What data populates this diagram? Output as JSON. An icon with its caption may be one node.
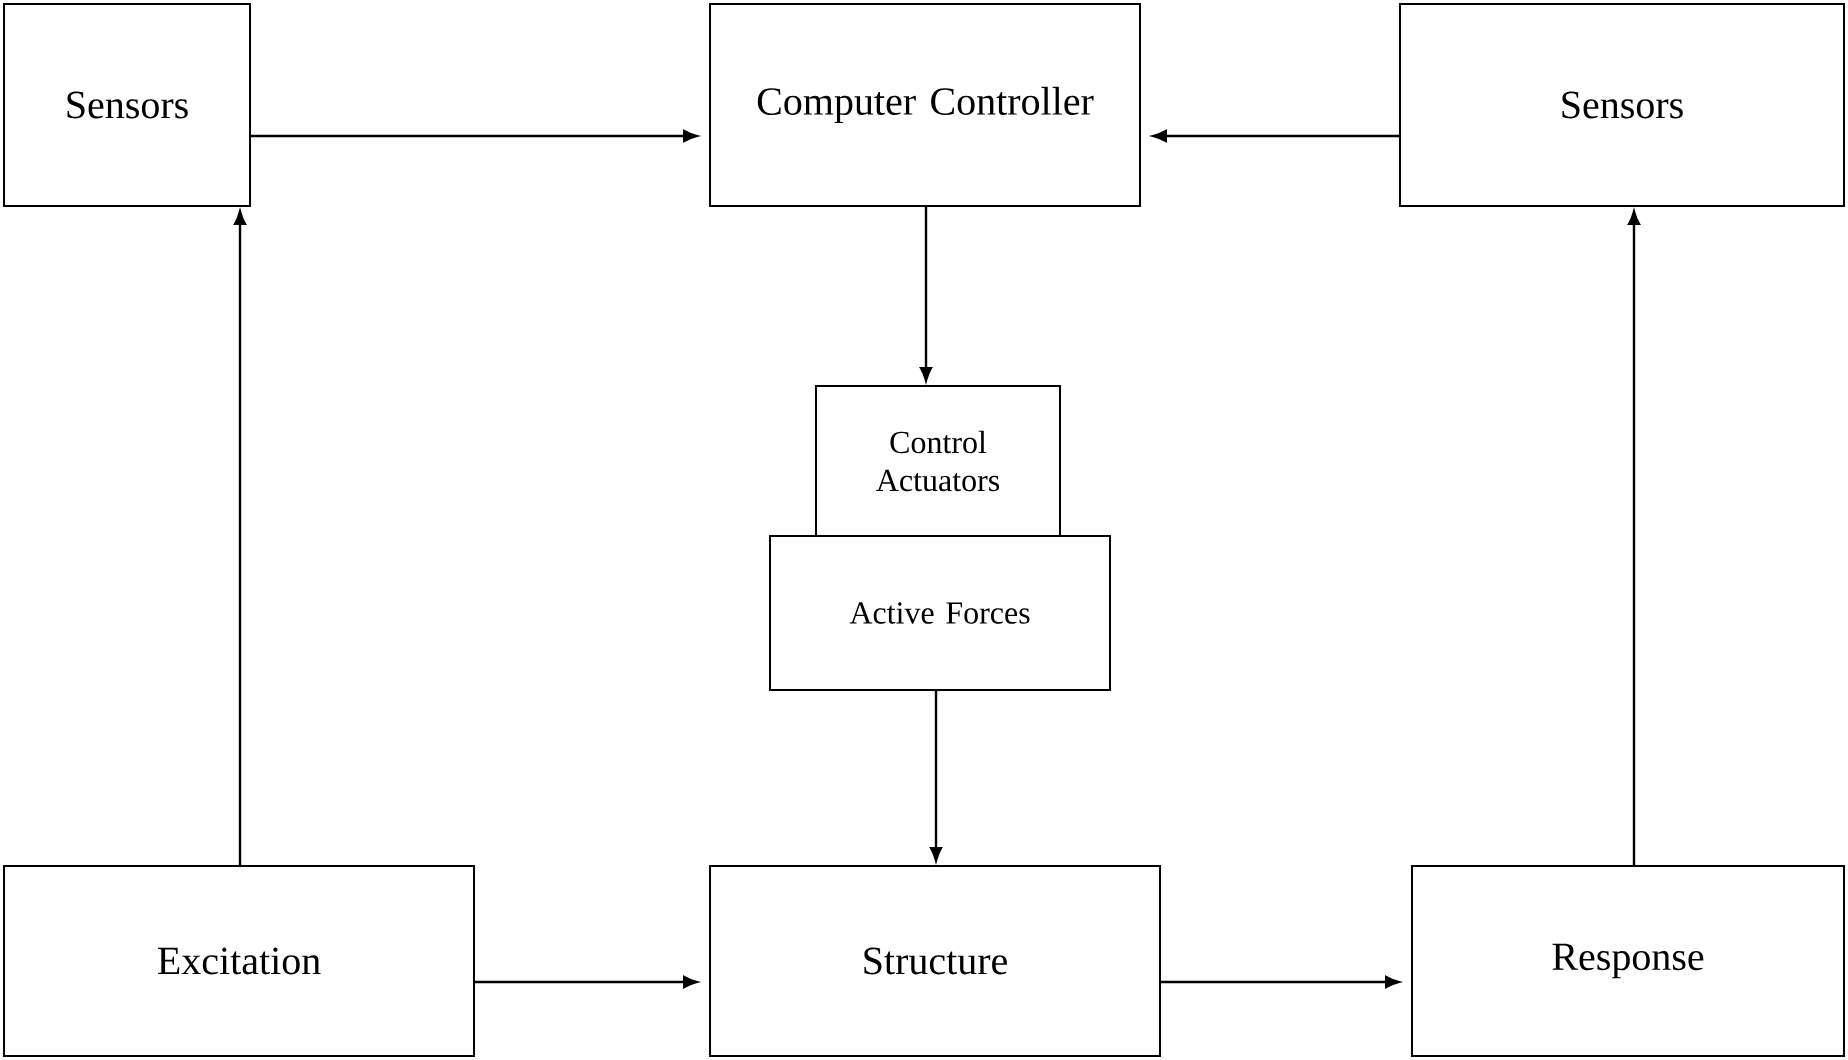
{
  "diagram": {
    "nodes": [
      {
        "text": [
          "Sensors"
        ]
      },
      {
        "text": [
          "Computer Controller"
        ]
      },
      {
        "text": [
          "Sensors"
        ]
      },
      {
        "text": [
          "Control Actuators"
        ]
      },
      {
        "text": [
          "Active Forces"
        ]
      },
      {
        "text": [
          "Excitation"
        ]
      },
      {
        "text": [
          "Structure"
        ]
      },
      {
        "text": [
          "Response"
        ]
      }
    ],
    "edges": [
      {
        "from": 0,
        "to": 1,
        "arrow": "to"
      },
      {
        "from": 2,
        "to": 1,
        "arrow": "to"
      },
      {
        "from": 1,
        "to": 3,
        "arrow": "to"
      },
      {
        "from": 4,
        "to": 6,
        "arrow": "to"
      },
      {
        "from": 5,
        "to": 0,
        "arrow": "to"
      },
      {
        "from": 5,
        "to": 6,
        "arrow": "to"
      },
      {
        "from": 6,
        "to": 7,
        "arrow": "to"
      },
      {
        "from": 7,
        "to": 2,
        "arrow": "to"
      }
    ]
  }
}
